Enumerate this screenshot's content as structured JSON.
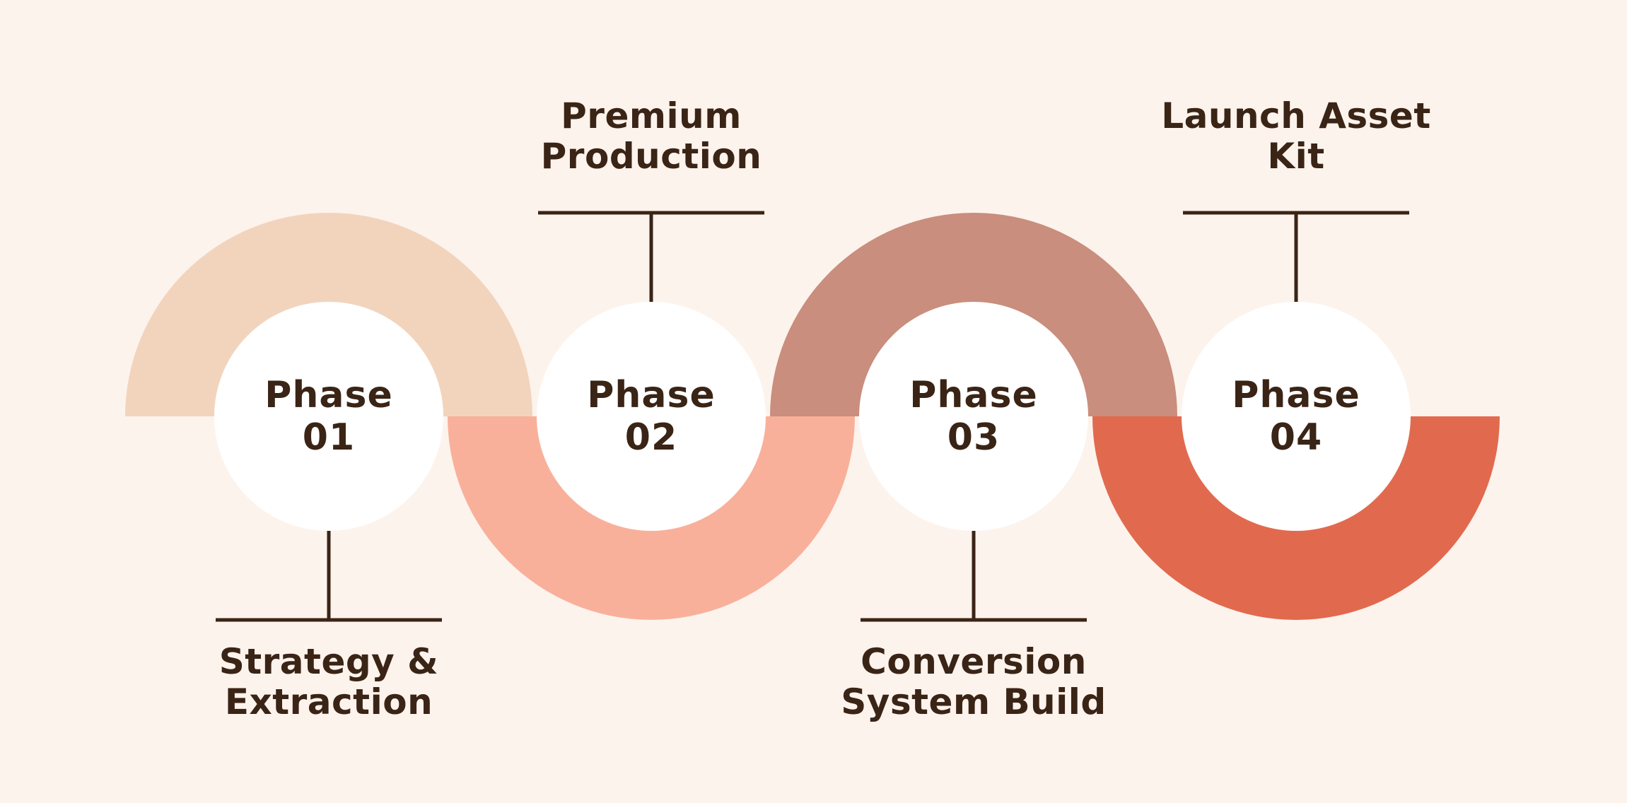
{
  "colors": {
    "background": "#fdf3ed",
    "arc_phase_01": "#f2d4bd",
    "arc_phase_02": "#f9b09a",
    "arc_phase_03": "#c98e7d",
    "arc_phase_04": "#e16a4e",
    "node_fill": "#ffffff",
    "connector": "#3a2416",
    "ink": "#3a2416"
  },
  "phases": [
    {
      "circle_line1": "Phase",
      "circle_line2": "01",
      "callout_line1": "Strategy &",
      "callout_line2": "Extraction",
      "callout_position": "below"
    },
    {
      "circle_line1": "Phase",
      "circle_line2": "02",
      "callout_line1": "Premium",
      "callout_line2": "Production",
      "callout_position": "above"
    },
    {
      "circle_line1": "Phase",
      "circle_line2": "03",
      "callout_line1": "Conversion",
      "callout_line2": "System Build",
      "callout_position": "below"
    },
    {
      "circle_line1": "Phase",
      "circle_line2": "04",
      "callout_line1": "Launch Asset",
      "callout_line2": "Kit",
      "callout_position": "above"
    }
  ]
}
